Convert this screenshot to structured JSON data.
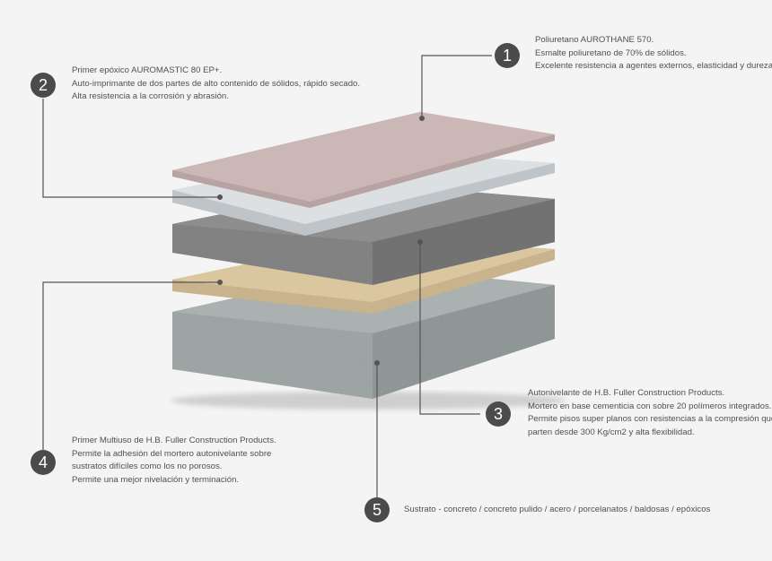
{
  "callouts": [
    {
      "number": "1",
      "lines": [
        "Poliuretano AUROTHANE 570.",
        "Esmalte poliuretano de 70% de sólidos.",
        "Excelente resistencia a agentes externos, elasticidad y dureza."
      ]
    },
    {
      "number": "2",
      "lines": [
        "Primer epóxico AUROMASTIC 80 EP+.",
        "Auto-imprimante de dos partes de alto contenido de sólidos, rápido secado.",
        "Alta resistencia a la corrosión y abrasión."
      ]
    },
    {
      "number": "3",
      "lines": [
        "Autonivelante de H.B. Fuller Construction Products.",
        "Mortero en base cementicia con sobre 20 polímeros integrados.",
        "Permite pisos super planos con resistencias a la compresión que",
        "parten desde 300 Kg/cm2 y alta flexibilidad."
      ]
    },
    {
      "number": "4",
      "lines": [
        "Primer Multiuso de H.B. Fuller Construction Products.",
        "Permite la adhesión del mortero autonivelante sobre",
        "sustratos difíciles como los no porosos.",
        "Permite una mejor nivelación y terminación."
      ]
    },
    {
      "number": "5",
      "lines": [
        "Sustrato - concreto / concreto pulido / acero / porcelanatos / baldosas / epóxicos"
      ]
    }
  ],
  "colors": {
    "badge": "#4b4b4b",
    "leader": "#555555",
    "text": "#505050",
    "polyurethane": "#c9b5b3",
    "epoxy_primer": "#d9dde1",
    "self_leveling": "#7e7e7e",
    "multi_primer": "#d8c29a",
    "substrate": "#9aa2a2"
  }
}
